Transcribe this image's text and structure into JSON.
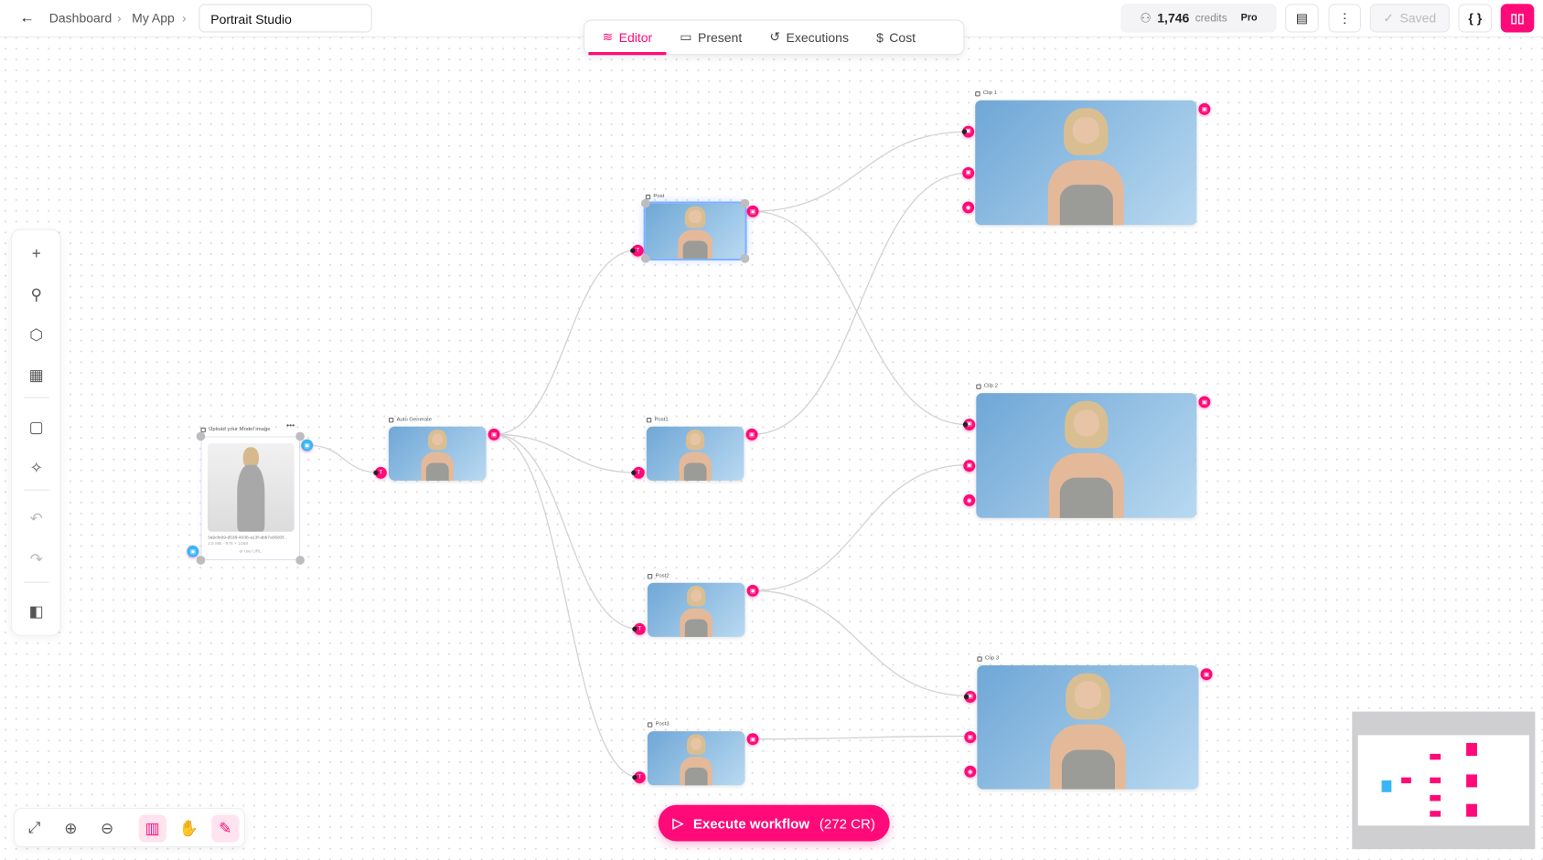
{
  "header": {
    "breadcrumb": [
      "Dashboard",
      "My App"
    ],
    "title_value": "Portrait Studio",
    "tabs": [
      {
        "label": "Editor",
        "icon": "layers-icon",
        "active": true
      },
      {
        "label": "Present",
        "icon": "monitor-icon"
      },
      {
        "label": "Executions",
        "icon": "history-icon"
      },
      {
        "label": "Cost",
        "icon": "dollar-icon"
      }
    ],
    "credits_value": "1,746",
    "credits_label": "credits",
    "plan": "Pro",
    "saved_label": "Saved",
    "code_label": "{ }"
  },
  "left_toolbar": [
    "add-icon",
    "search-icon",
    "package-icon",
    "film-icon",
    "file-icon",
    "magic-wand-icon",
    "undo-icon",
    "redo-icon",
    "panel-icon"
  ],
  "bottom_toolbar": [
    "fit-view-icon",
    "zoom-in-icon",
    "zoom-out-icon",
    "map-icon",
    "pan-icon",
    "ruler-icon"
  ],
  "execute": {
    "label": "Execute workflow",
    "cost": "(272 CR)"
  },
  "nodes": {
    "upload": {
      "label": "Upload your Model image",
      "filename": "3a9cfe99-d538-4038-a13f-abb7a0583f...",
      "meta": "1.5 MB · 976 × 1068",
      "url_link": "or use URL",
      "menu": "•••"
    },
    "auto": {
      "label": "Auto Generate"
    },
    "post": {
      "label": "Post"
    },
    "post1": {
      "label": "Post1"
    },
    "post2": {
      "label": "Post2"
    },
    "post3": {
      "label": "Post3"
    },
    "clip1": {
      "label": "Clip 1"
    },
    "clip2": {
      "label": "Clip 2"
    },
    "clip3": {
      "label": "Clip 3"
    }
  },
  "edges": [
    [
      "upload",
      "auto"
    ],
    [
      "auto",
      "post"
    ],
    [
      "auto",
      "post1"
    ],
    [
      "auto",
      "post2"
    ],
    [
      "auto",
      "post3"
    ],
    [
      "post",
      "clip1"
    ],
    [
      "post",
      "clip2"
    ],
    [
      "post1",
      "clip1"
    ],
    [
      "post2",
      "clip2"
    ],
    [
      "post2",
      "clip3"
    ],
    [
      "post3",
      "clip3"
    ]
  ],
  "colors": {
    "accent": "#ff0a78",
    "input_handle": "#38b6f5",
    "selection": "#7fb2ff"
  }
}
